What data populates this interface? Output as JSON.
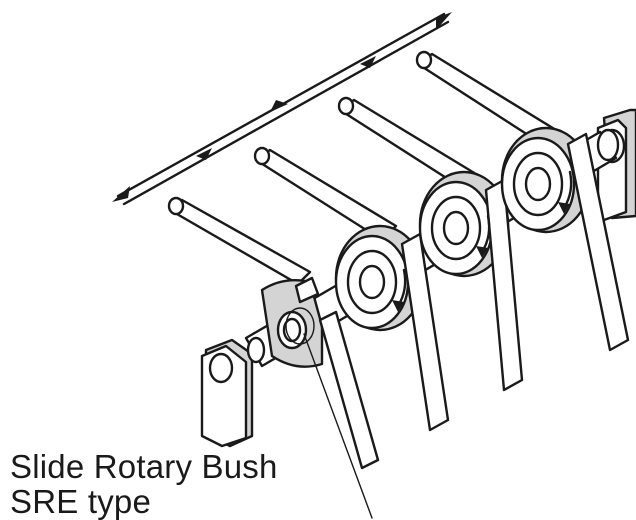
{
  "caption": {
    "line1": "Slide Rotary Bush",
    "line2": "SRE type"
  },
  "colors": {
    "ink": "#1a1a1a",
    "shade": "#d4d4d4",
    "background": "#ffffff"
  },
  "icons": {
    "axial_motion": "double-headed-arrow",
    "rotation": "curved-arrow"
  }
}
